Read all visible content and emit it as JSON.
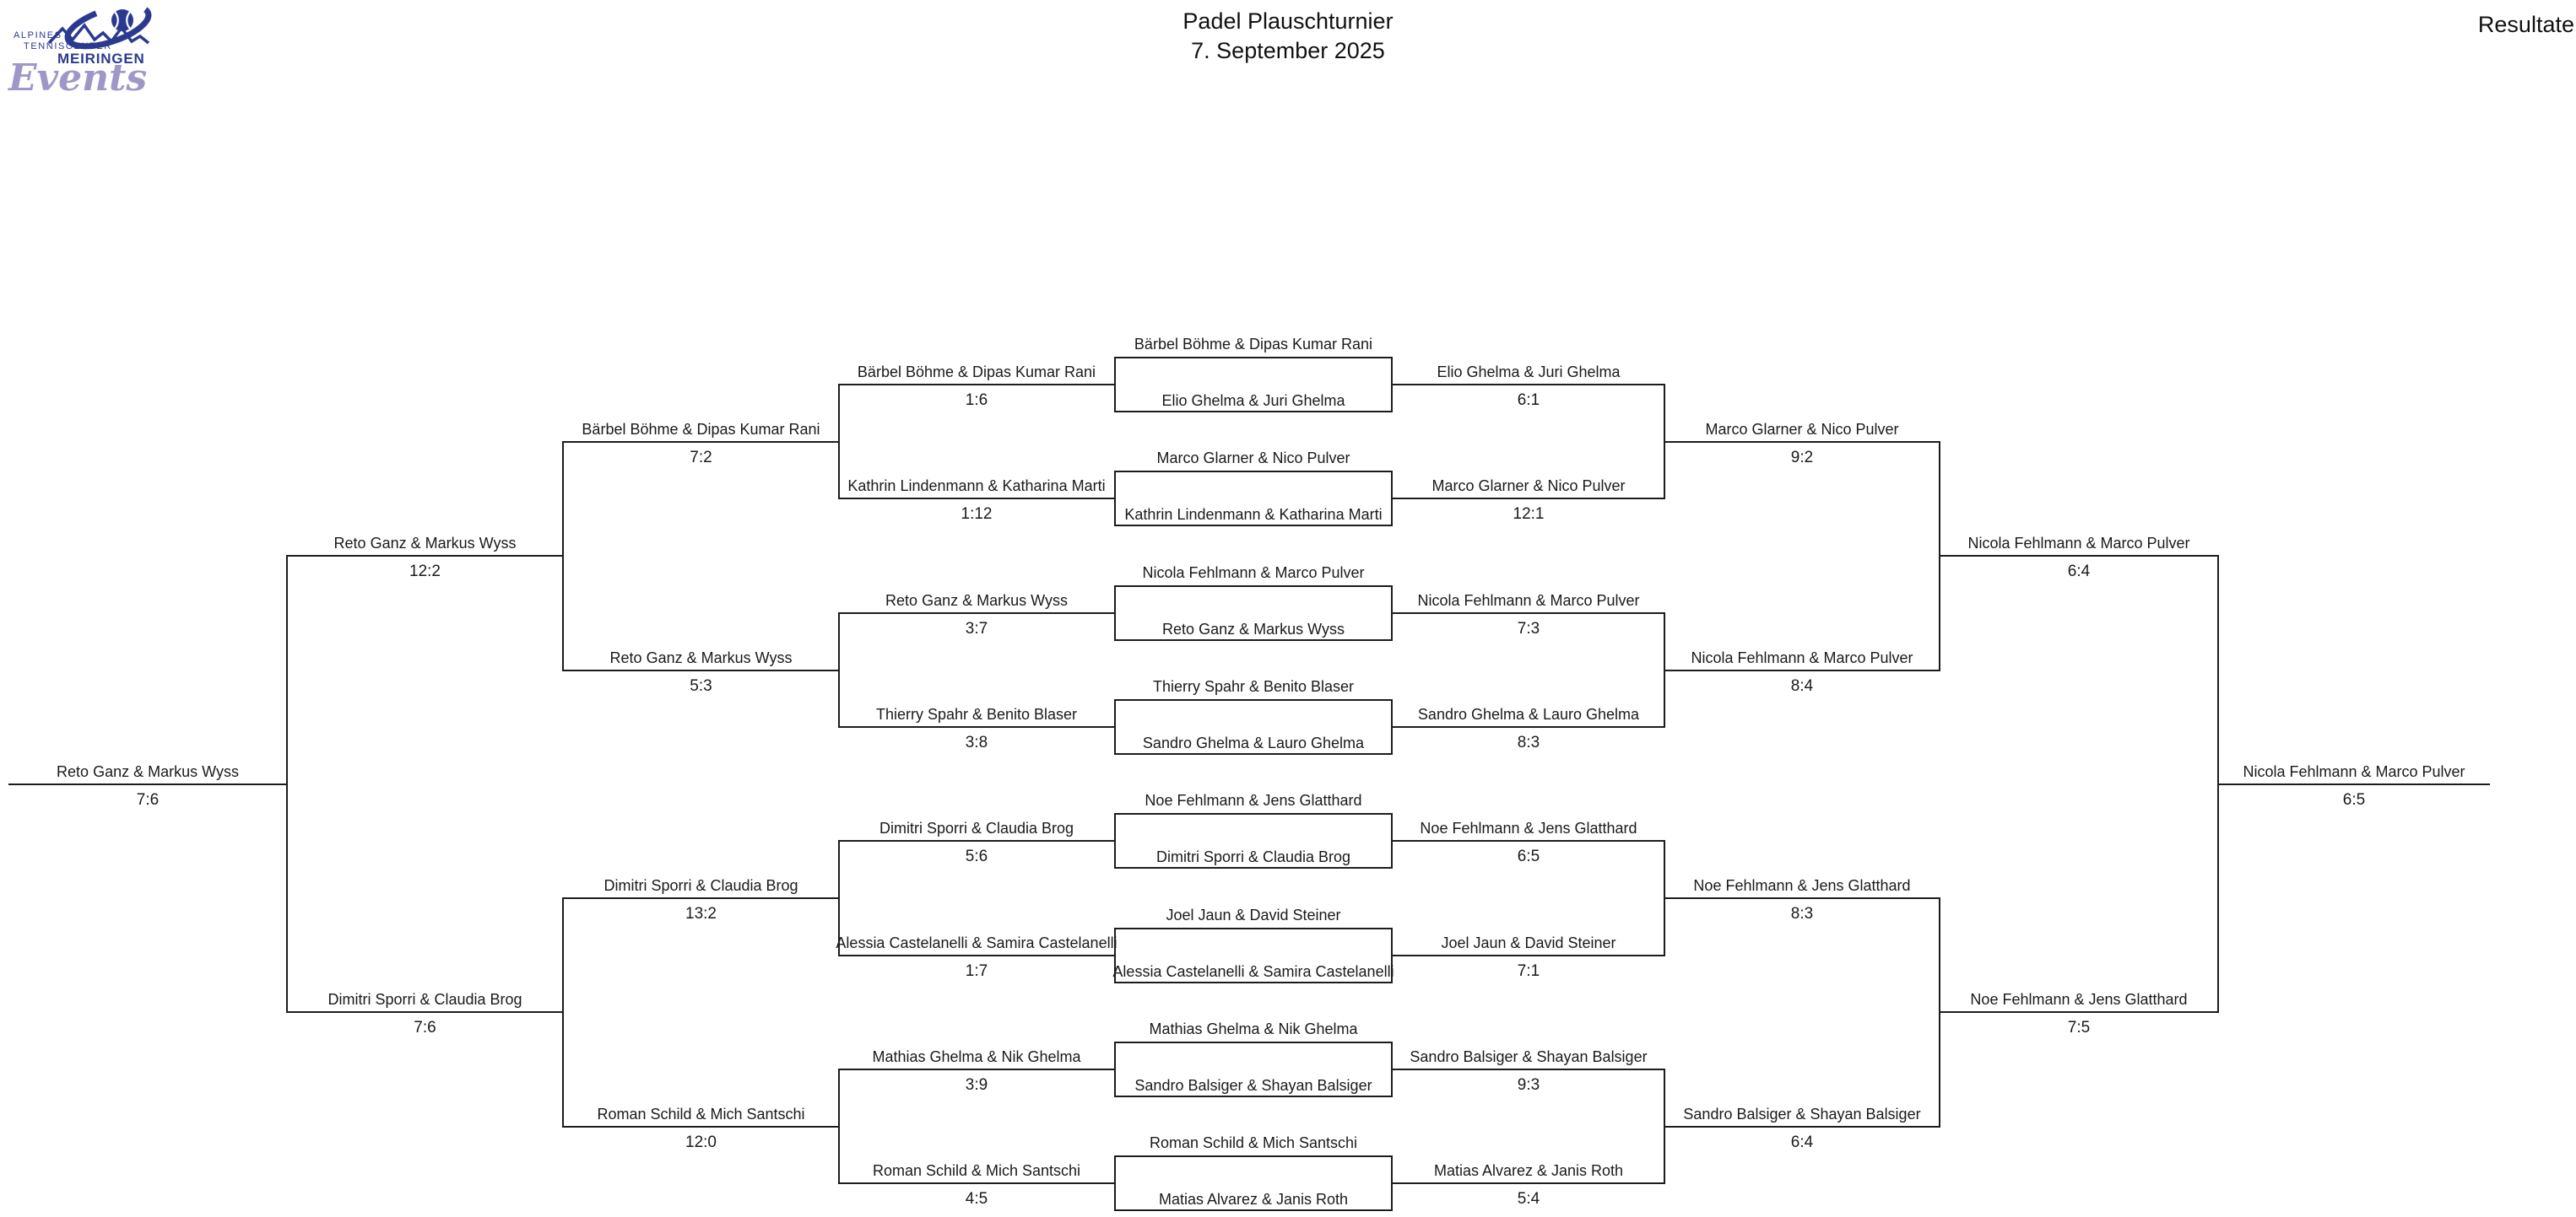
{
  "header": {
    "title": "Padel Plauschturnier",
    "date": "7. September 2025",
    "corner_label": "Resultate"
  },
  "logo": {
    "text_line1": "ALPINES",
    "text_line2": "TENNISCENTER",
    "text_line3": "MEIRINGEN",
    "events_label": "Events",
    "brand_blue": "#2b3a90",
    "events_purple": "#9e97c8"
  },
  "colors": {
    "background": "#ffffff",
    "bracket_line": "#1c1c1c",
    "text": "#1a1a1a"
  },
  "bracket": {
    "round1": [
      {
        "box_top_team": "Bärbel Böhme & Dipas Kumar Rani",
        "box_bottom_team": "Elio Ghelma & Juri Ghelma",
        "left": {
          "team": "Bärbel Böhme & Dipas Kumar Rani",
          "score": "1:6"
        },
        "right": {
          "team": "Elio Ghelma & Juri Ghelma",
          "score": "6:1"
        }
      },
      {
        "box_top_team": "Marco Glarner & Nico Pulver",
        "box_bottom_team": "Kathrin Lindenmann & Katharina Marti",
        "left": {
          "team": "Kathrin Lindenmann & Katharina Marti",
          "score": "1:12"
        },
        "right": {
          "team": "Marco Glarner & Nico Pulver",
          "score": "12:1"
        }
      },
      {
        "box_top_team": "Nicola Fehlmann & Marco Pulver",
        "box_bottom_team": "Reto Ganz & Markus Wyss",
        "left": {
          "team": "Reto Ganz & Markus Wyss",
          "score": "3:7"
        },
        "right": {
          "team": "Nicola Fehlmann & Marco Pulver",
          "score": "7:3"
        }
      },
      {
        "box_top_team": "Thierry Spahr & Benito Blaser",
        "box_bottom_team": "Sandro Ghelma & Lauro Ghelma",
        "left": {
          "team": "Thierry Spahr & Benito Blaser",
          "score": "3:8"
        },
        "right": {
          "team": "Sandro Ghelma & Lauro Ghelma",
          "score": "8:3"
        }
      },
      {
        "box_top_team": "Noe Fehlmann & Jens Glatthard",
        "box_bottom_team": "Dimitri Sporri & Claudia Brog",
        "left": {
          "team": "Dimitri Sporri & Claudia Brog",
          "score": "5:6"
        },
        "right": {
          "team": "Noe Fehlmann & Jens Glatthard",
          "score": "6:5"
        }
      },
      {
        "box_top_team": "Joel Jaun & David Steiner",
        "box_bottom_team": "Alessia Castelanelli & Samira Castelanelli",
        "left": {
          "team": "Alessia Castelanelli & Samira Castelanelli",
          "score": "1:7"
        },
        "right": {
          "team": "Joel Jaun & David Steiner",
          "score": "7:1"
        }
      },
      {
        "box_top_team": "Mathias  Ghelma & Nik Ghelma",
        "box_bottom_team": "Sandro Balsiger & Shayan Balsiger",
        "left": {
          "team": "Mathias  Ghelma & Nik Ghelma",
          "score": "3:9"
        },
        "right": {
          "team": "Sandro Balsiger & Shayan Balsiger",
          "score": "9:3"
        }
      },
      {
        "box_top_team": "Roman Schild & Mich Santschi",
        "box_bottom_team": "Matias Alvarez & Janis Roth",
        "left": {
          "team": "Roman Schild & Mich Santschi",
          "score": "4:5"
        },
        "right": {
          "team": "Matias Alvarez & Janis Roth",
          "score": "5:4"
        }
      }
    ],
    "left_quarterfinals": [
      {
        "team": "Bärbel Böhme & Dipas Kumar Rani",
        "score": "7:2"
      },
      {
        "team": "Reto Ganz & Markus Wyss",
        "score": "5:3"
      },
      {
        "team": "Dimitri Sporri & Claudia Brog",
        "score": "13:2"
      },
      {
        "team": "Roman Schild & Mich Santschi",
        "score": "12:0"
      }
    ],
    "left_semifinals": [
      {
        "team": "Reto Ganz & Markus Wyss",
        "score": "12:2"
      },
      {
        "team": "Dimitri Sporri & Claudia Brog",
        "score": "7:6"
      }
    ],
    "left_final": {
      "team": "Reto Ganz & Markus Wyss",
      "score": "7:6"
    },
    "right_quarterfinals": [
      {
        "team": "Marco Glarner & Nico Pulver",
        "score": "9:2"
      },
      {
        "team": "Nicola Fehlmann & Marco Pulver",
        "score": "8:4"
      },
      {
        "team": "Noe Fehlmann & Jens Glatthard",
        "score": "8:3"
      },
      {
        "team": "Sandro Balsiger & Shayan Balsiger",
        "score": "6:4"
      }
    ],
    "right_semifinals": [
      {
        "team": "Nicola Fehlmann & Marco Pulver",
        "score": "6:4"
      },
      {
        "team": "Noe Fehlmann & Jens Glatthard",
        "score": "7:5"
      }
    ],
    "right_final": {
      "team": "Nicola Fehlmann & Marco Pulver",
      "score": "6:5"
    }
  }
}
